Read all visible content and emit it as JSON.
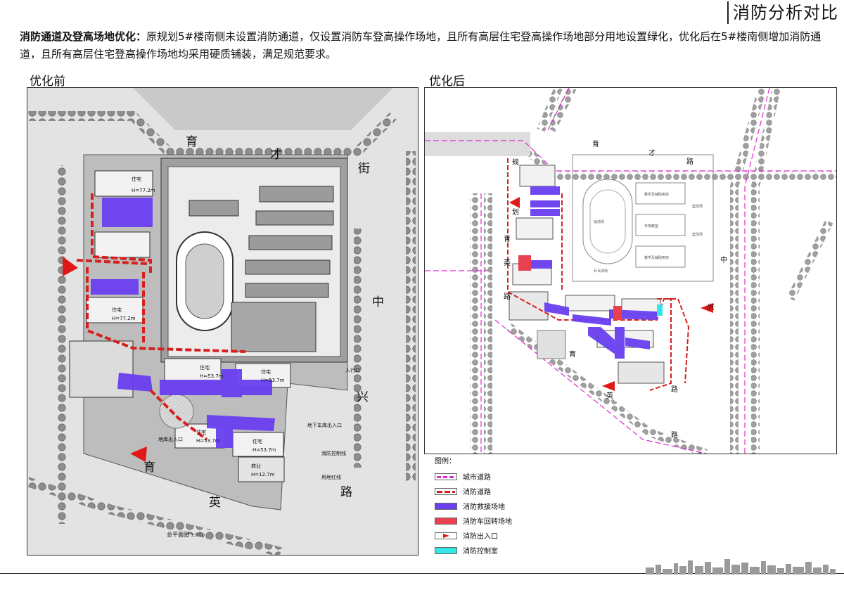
{
  "header": {
    "title": "消防分析对比"
  },
  "description": {
    "lead": "消防通道及登高场地优化：",
    "body": "原规划5#楼南侧未设置消防通道，仅设置消防车登高操作场地，且所有高层住宅登高操作场地部分用地设置绿化，优化后在5#楼南侧增加消防通道，且所有高层住宅登高操作场地均采用硬质铺装，满足规范要求。"
  },
  "before": {
    "label": "优化前",
    "road_chars": [
      "育",
      "才",
      "街",
      "中",
      "兴",
      "路",
      "育",
      "英"
    ],
    "building_labels": [
      "住宅",
      "住宅",
      "住宅",
      "住宅",
      "住宅",
      "住宅",
      "商业"
    ],
    "building_heights": [
      "H=77.2m",
      "H=77.2m",
      "H=53.7m",
      "H=53.7m",
      "H=53.7m",
      "H=53.7m",
      "H=12.7m"
    ],
    "misc_labels": [
      "人行口",
      "地下车库出入口",
      "消防控制线",
      "用地红线",
      "地库出入口"
    ],
    "caption": "总平面图",
    "scale": "1:500"
  },
  "after": {
    "label": "优化后",
    "road_chars": [
      "育",
      "才",
      "路",
      "中",
      "兴",
      "路",
      "育",
      "英",
      "路"
    ],
    "side_chars": [
      "育",
      "英",
      "路",
      "规",
      "划"
    ],
    "misc_labels": [
      "运动场",
      "教学及辅助用房",
      "专用教室",
      "教学及辅助用房",
      "乒乓球场",
      "篮球场",
      "篮球场"
    ]
  },
  "legend": {
    "title": "图例：",
    "items": [
      {
        "label": "城市道路",
        "icon": "city-road-swatch"
      },
      {
        "label": "消防道路",
        "icon": "fire-road-swatch"
      },
      {
        "label": "消防救援场地",
        "icon": "rescue-area-swatch"
      },
      {
        "label": "消防车回转场地",
        "icon": "turnaround-swatch"
      },
      {
        "label": "消防出入口",
        "icon": "entry-arrow-icon"
      },
      {
        "label": "消防控制室",
        "icon": "control-room-swatch"
      }
    ]
  },
  "colors": {
    "rescue": "#6a3ff0",
    "fire_road": "#d62020",
    "city_road": "#e02bd4",
    "turnaround": "#e8404e",
    "control": "#33e6e6",
    "entry_arrow": "#e01818"
  }
}
